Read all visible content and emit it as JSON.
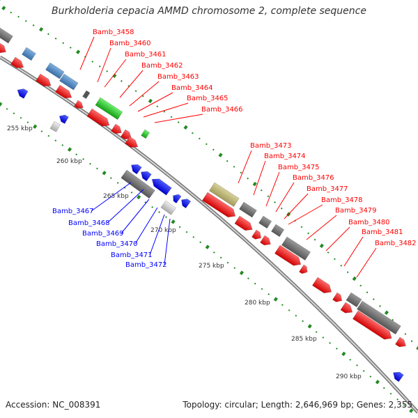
{
  "title": "Burkholderia cepacia AMMD chromosome 2, complete sequence",
  "footer": {
    "accession": "Accession: NC_008391",
    "topology": "Topology: circular; Length: 2,646,969 bp; Genes: 2,355"
  },
  "kbp_labels": [
    "255 kbp",
    "260 kbp",
    "265 kbp",
    "270 kbp",
    "275 kbp",
    "280 kbp",
    "285 kbp",
    "290 kbp"
  ],
  "red_genes": [
    "Bamb_3458",
    "Bamb_3460",
    "Bamb_3461",
    "Bamb_3462",
    "Bamb_3463",
    "Bamb_3464",
    "Bamb_3465",
    "Bamb_3466",
    "Bamb_3473",
    "Bamb_3474",
    "Bamb_3475",
    "Bamb_3476",
    "Bamb_3477",
    "Bamb_3478",
    "Bamb_3479",
    "Bamb_3480",
    "Bamb_3481",
    "Bamb_3482"
  ],
  "blue_genes": [
    "Bamb_3467",
    "Bamb_3468",
    "Bamb_3469",
    "Bamb_3470",
    "Bamb_3471",
    "Bamb_3472"
  ],
  "colors": {
    "forward_gene": "#ff0000",
    "reverse_gene": "#0000ff",
    "gray_feature": "#707070",
    "steel_feature": "#4a7fb5",
    "green_feature": "#22b822",
    "olive_feature": "#b8b070",
    "tick_green": "#228b22",
    "backbone": "#8a8a8a"
  }
}
